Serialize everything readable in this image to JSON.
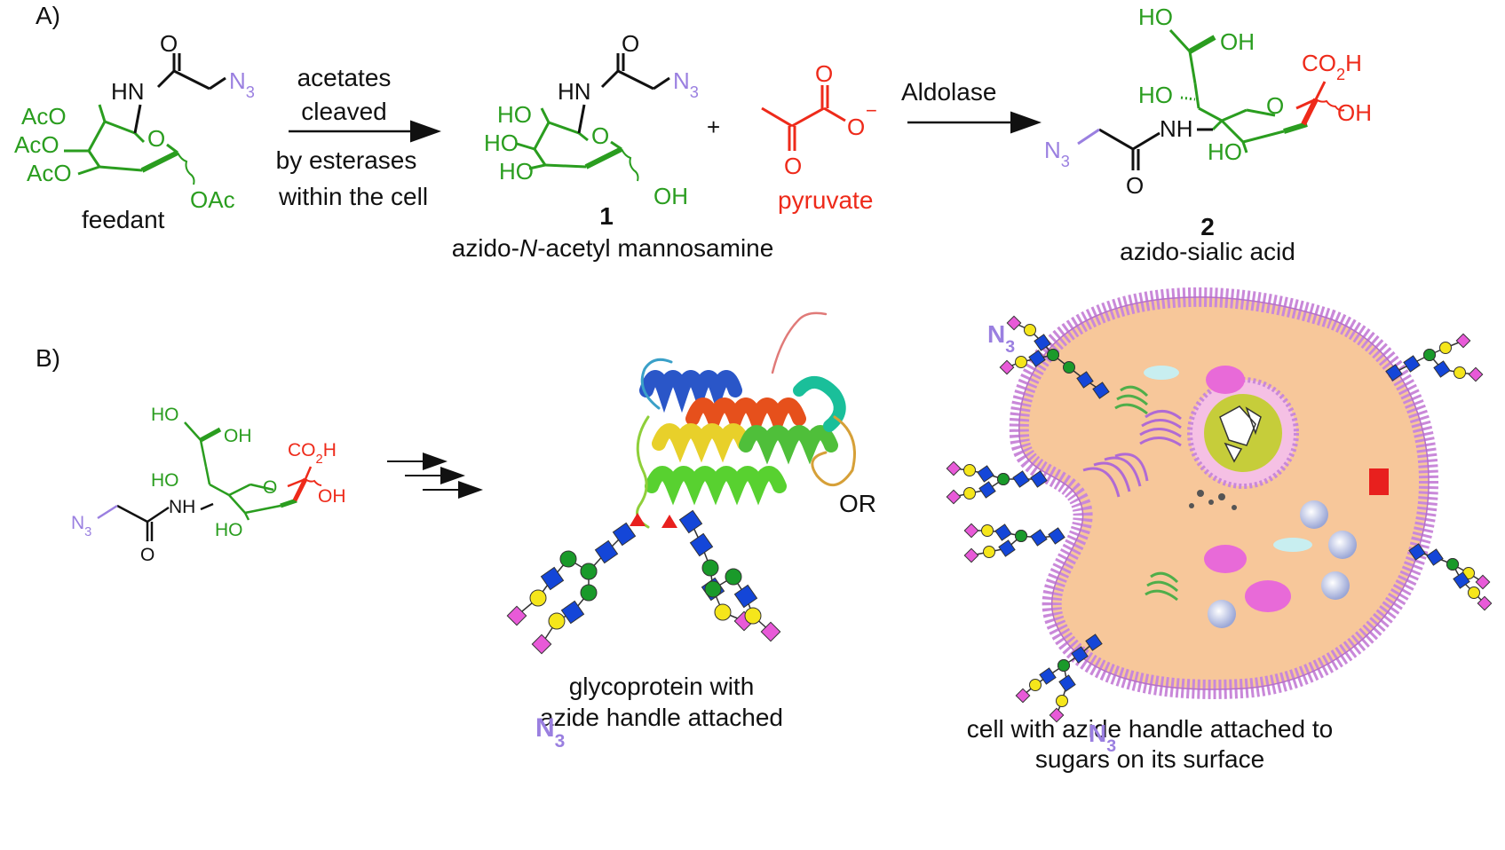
{
  "panels": {
    "a": "A)",
    "b": "B)"
  },
  "colors": {
    "green": "#2a9d1f",
    "red": "#ee2a1a",
    "purple": "#9a7fe0",
    "glcnac": "#1446d8",
    "man": "#1a9a2a",
    "gal": "#f5e61b",
    "sia": "#e85ad8",
    "cyto": "#f7c79a",
    "membrane": "#c988d9"
  },
  "feedant": {
    "caption": "feedant",
    "groups": {
      "aco1": "AcO",
      "aco2": "AcO",
      "aco3": "AcO",
      "oac": "OAc",
      "o": "O",
      "hn": "HN",
      "carbonyl_o": "O",
      "azide": "N3"
    }
  },
  "arrow1": {
    "lines": [
      "acetates",
      "cleaved",
      "by esterases",
      "within the cell"
    ]
  },
  "compound1": {
    "number": "1",
    "name_prefix": "azido-",
    "name_italic": "N",
    "name_suffix": "-acetyl mannosamine",
    "groups": {
      "ho1": "HO",
      "ho2": "HO",
      "ho3": "HO",
      "oh": "OH",
      "o": "O",
      "hn": "HN",
      "carbonyl_o": "O",
      "azide": "N3"
    }
  },
  "plus": "+",
  "pyruvate": {
    "caption": "pyruvate",
    "groups": {
      "o_top": "O",
      "o_minus": "O",
      "charge": "−",
      "o_bottom": "O"
    }
  },
  "arrow2": {
    "label": "Aldolase"
  },
  "compound2": {
    "number": "2",
    "name": "azido-sialic acid",
    "groups": {
      "ho_top": "HO",
      "oh_top": "OH",
      "co2h": "CO2H",
      "ho_mid": "HO",
      "o_ring": "O",
      "oh": "OH",
      "nh": "NH",
      "ho_bottom": "HO",
      "azide": "N3",
      "carbonyl_o": "O"
    }
  },
  "sialic_b": {
    "groups": {
      "ho_top": "HO",
      "oh_top": "OH",
      "co2h": "CO2H",
      "ho_mid": "HO",
      "o_ring": "O",
      "oh": "OH",
      "nh": "NH",
      "ho_bottom": "HO",
      "azide": "N3",
      "carbonyl_o": "O"
    }
  },
  "glycoprotein": {
    "caption_lines": [
      "glycoprotein with",
      "azide handle attached"
    ],
    "azide": "N3"
  },
  "or": "OR",
  "cell": {
    "caption_lines": [
      "cell with azide handle attached to",
      "sugars on its surface"
    ],
    "azide_top": "N3",
    "azide_bottom": "N3"
  }
}
